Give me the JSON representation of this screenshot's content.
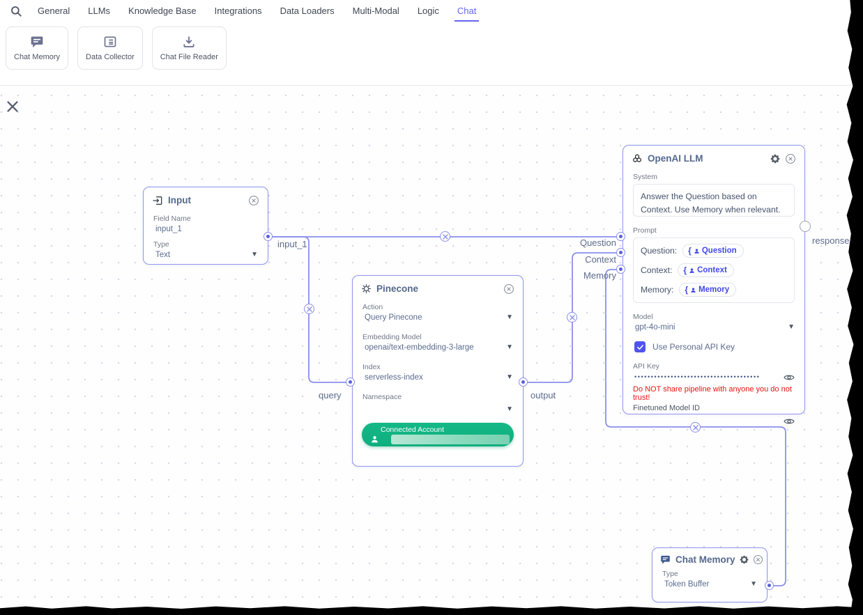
{
  "nav": {
    "tabs": [
      "General",
      "LLMs",
      "Knowledge Base",
      "Integrations",
      "Data Loaders",
      "Multi-Modal",
      "Logic",
      "Chat"
    ],
    "active_tab": "Chat"
  },
  "palette": {
    "items": [
      {
        "label": "Chat Memory",
        "icon": "chat-bubble-icon"
      },
      {
        "label": "Data Collector",
        "icon": "table-list-icon"
      },
      {
        "label": "Chat File Reader",
        "icon": "download-icon"
      }
    ]
  },
  "nodes": {
    "input": {
      "title": "Input",
      "field_name_label": "Field Name",
      "field_name_value": "input_1",
      "type_label": "Type",
      "type_value": "Text",
      "output_handle_label": "input_1"
    },
    "pinecone": {
      "title": "Pinecone",
      "action_label": "Action",
      "action_value": "Query Pinecone",
      "embedding_label": "Embedding Model",
      "embedding_value": "openai/text-embedding-3-large",
      "index_label": "Index",
      "index_value": "serverless-index",
      "namespace_label": "Namespace",
      "namespace_value": "",
      "connected_account_label": "Connected Account",
      "input_handle_label": "query",
      "output_handle_label": "output"
    },
    "openai": {
      "title": "OpenAI LLM",
      "system_label": "System",
      "system_value": "Answer the Question based on Context. Use Memory when relevant.",
      "prompt_label": "Prompt",
      "prompt_rows": [
        {
          "label": "Question:",
          "chip": "Question"
        },
        {
          "label": "Context:",
          "chip": "Context"
        },
        {
          "label": "Memory:",
          "chip": "Memory"
        }
      ],
      "model_label": "Model",
      "model_value": "gpt-4o-mini",
      "checkbox_label": "Use Personal API Key",
      "checkbox_checked": true,
      "api_key_label": "API Key",
      "api_key_masked": "••••••••••••••••••••••••••••••••••••••",
      "warning": "Do NOT share pipeline with anyone you do not trust!",
      "finetuned_label": "Finetuned Model ID",
      "input_handle_labels": {
        "question": "Question",
        "context": "Context",
        "memory": "Memory"
      },
      "output_handle_label": "response"
    },
    "chat_memory": {
      "title": "Chat Memory",
      "type_label": "Type",
      "type_value": "Token Buffer"
    }
  },
  "colors": {
    "accent": "#6366f1",
    "node_border": "#9095ee",
    "edge": "#8a8fec",
    "green_button": "#10b981",
    "warning_red": "#ee1111"
  }
}
